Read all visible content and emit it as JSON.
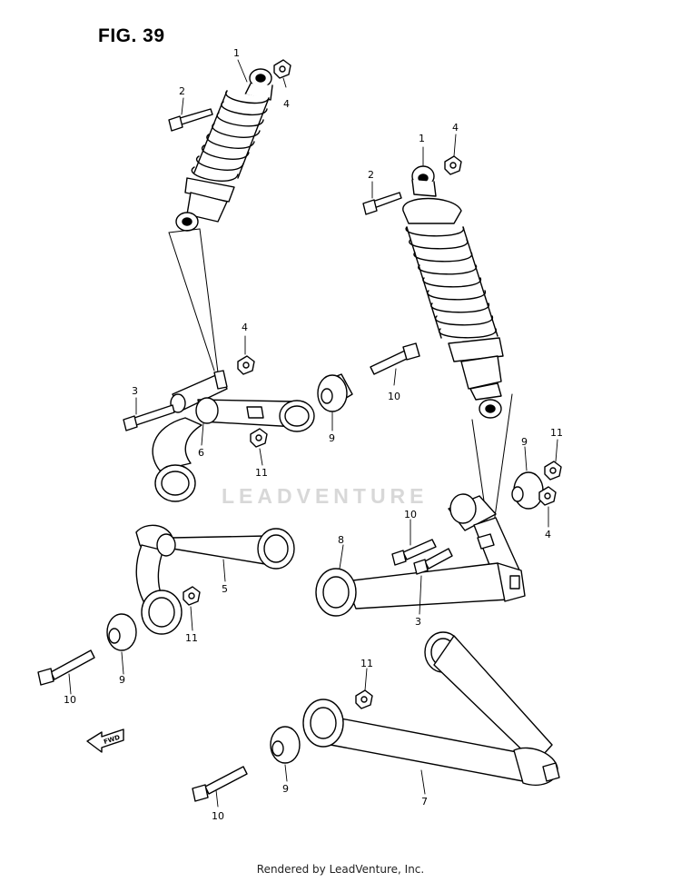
{
  "figure": {
    "title": "FIG. 39"
  },
  "watermark": {
    "text": "LEADVENTURE"
  },
  "footer": {
    "text": "Rendered by LeadVenture, Inc."
  },
  "fwd_arrow": {
    "label": "FWD"
  },
  "callouts": [
    {
      "id": "c1a",
      "label": "1"
    },
    {
      "id": "c2a",
      "label": "2"
    },
    {
      "id": "c4a",
      "label": "4"
    },
    {
      "id": "c1b",
      "label": "1"
    },
    {
      "id": "c4b",
      "label": "4"
    },
    {
      "id": "c2b",
      "label": "2"
    },
    {
      "id": "c4c",
      "label": "4"
    },
    {
      "id": "c3a",
      "label": "3"
    },
    {
      "id": "c6",
      "label": "6"
    },
    {
      "id": "c11a",
      "label": "11"
    },
    {
      "id": "c9a",
      "label": "9"
    },
    {
      "id": "c10a",
      "label": "10"
    },
    {
      "id": "c11b",
      "label": "11"
    },
    {
      "id": "c9b",
      "label": "9"
    },
    {
      "id": "c4d",
      "label": "4"
    },
    {
      "id": "c10b",
      "label": "10"
    },
    {
      "id": "c8",
      "label": "8"
    },
    {
      "id": "c3b",
      "label": "3"
    },
    {
      "id": "c5",
      "label": "5"
    },
    {
      "id": "c11c",
      "label": "11"
    },
    {
      "id": "c9c",
      "label": "9"
    },
    {
      "id": "c10c",
      "label": "10"
    },
    {
      "id": "c11d",
      "label": "11"
    },
    {
      "id": "c9d",
      "label": "9"
    },
    {
      "id": "c7",
      "label": "7"
    },
    {
      "id": "c10d",
      "label": "10"
    }
  ]
}
